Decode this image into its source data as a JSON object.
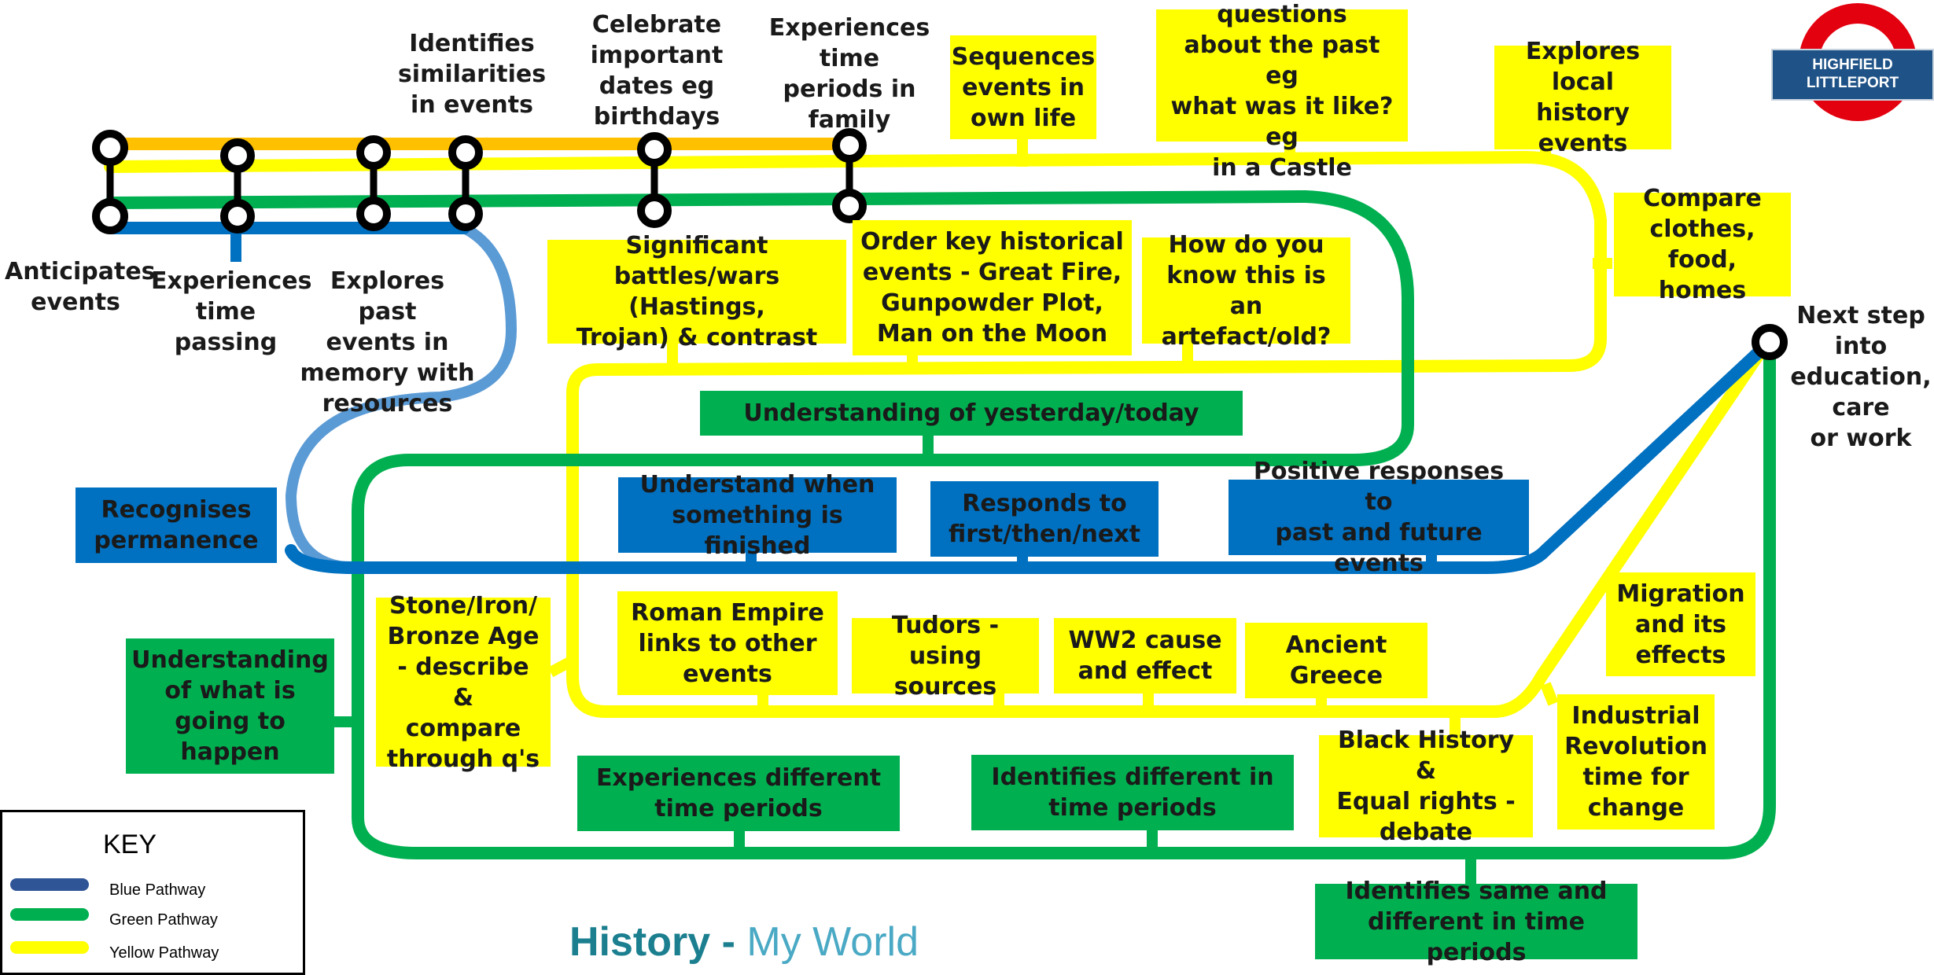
{
  "colors": {
    "yellow": "#ffff00",
    "green": "#00b050",
    "blue": "#0070c0",
    "light_blue": "#5b9bd5",
    "orange": "#ffc000"
  },
  "title": {
    "subject": "History",
    "separator": "-",
    "theme": "My World"
  },
  "logo": {
    "line1": "HIGHFIELD",
    "line2": "LITTLEPORT"
  },
  "key": {
    "title": "KEY",
    "items": [
      {
        "label": "Blue Pathway",
        "color": "#2f5597"
      },
      {
        "label": "Green Pathway",
        "color": "#00b050"
      },
      {
        "label": "Yellow Pathway",
        "color": "#ffff00"
      }
    ]
  },
  "top_labels": [
    "Identifies\nsimilarities\nin events",
    "Celebrate\nimportant\ndates eg\nbirthdays",
    "Experiences\ntime\nperiods in\nfamily"
  ],
  "bottom_labels": [
    "Anticipates\nevents",
    "Experiences\ntime\npassing",
    "Explores past\nevents in\nmemory with\nresources"
  ],
  "end_label": "Next step\ninto\neducation,\ncare\nor work",
  "yellow_boxes": [
    "Sequences\nevents in\nown life",
    "Ask basic questions\nabout the past eg\nwhat was it like? eg\nin a Castle",
    "Explores\nlocal history\nevents",
    "Compare\nclothes,\nfood, homes",
    "Significant\nbattles/wars (Hastings,\nTrojan) & contrast",
    "Order key historical\nevents - Great Fire,\nGunpowder Plot,\nMan on the Moon",
    "How do you\nknow this is an\nartefact/old?",
    "Stone/Iron/\nBronze Age\n- describe &\ncompare\nthrough q's",
    "Roman Empire\nlinks to other\nevents",
    "Tudors -\nusing sources",
    "WW2 cause\nand effect",
    "Ancient\nGreece",
    "Migration\nand its\neffects",
    "Black History &\nEqual rights -\ndebate",
    "Industrial\nRevolution\ntime for\nchange"
  ],
  "green_boxes": [
    "Understanding of yesterday/today",
    "Understanding\nof what is\ngoing to\nhappen",
    "Experiences different\ntime periods",
    "Identifies different in\ntime periods",
    "Identifies same and\ndifferent in time periods"
  ],
  "blue_boxes": [
    "Recognises\npermanence",
    "Understand when\nsomething is finished",
    "Responds to\nfirst/then/next",
    "Positive responses to\npast and future events"
  ]
}
